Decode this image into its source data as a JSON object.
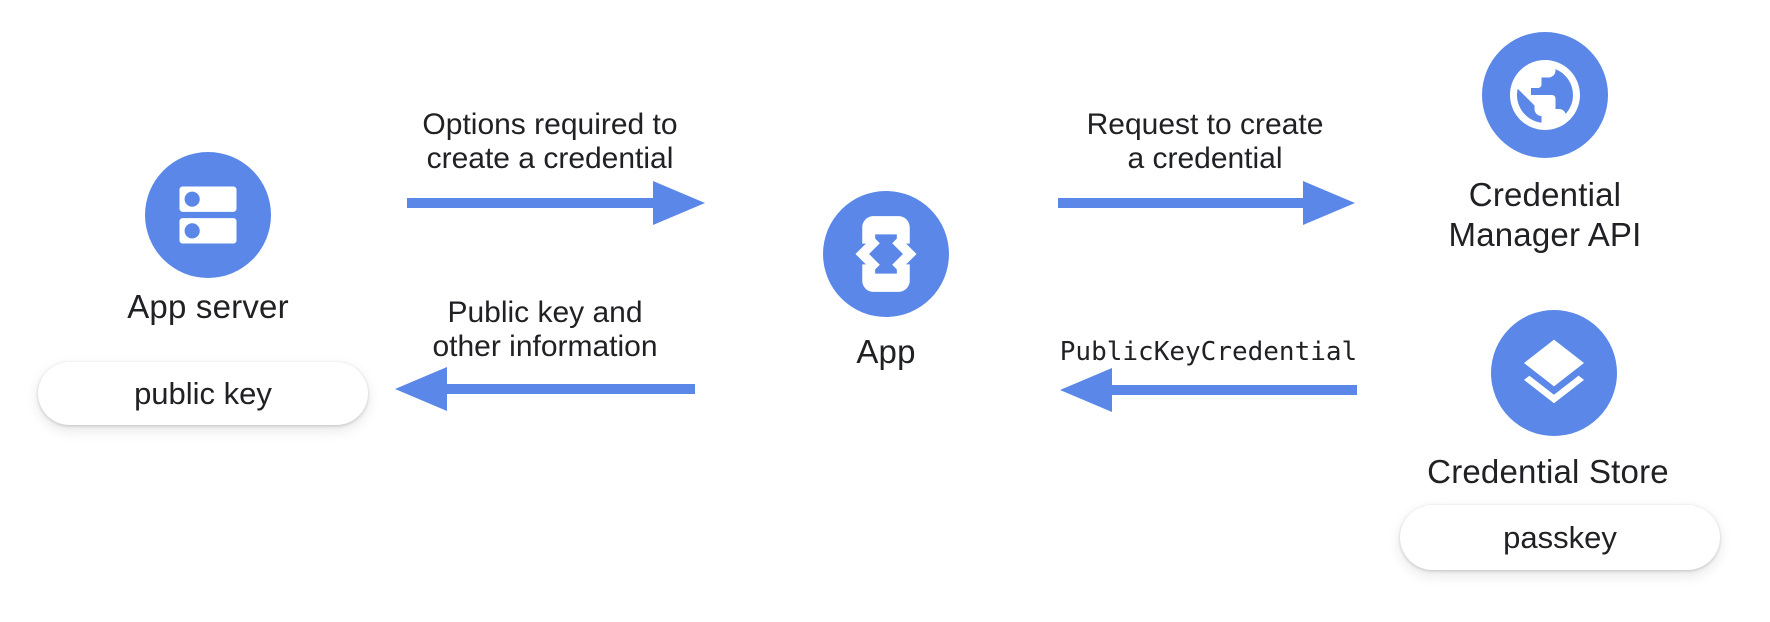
{
  "colors": {
    "blue": "#5A87E8",
    "text": "#202124",
    "pill_bg": "#ffffff"
  },
  "nodes": {
    "app_server": {
      "label": "App server",
      "icon": "server-icon"
    },
    "app": {
      "label": "App",
      "icon": "phone-code-icon"
    },
    "credential_manager": {
      "line1": "Credential",
      "line2": "Manager API",
      "icon": "globe-icon"
    },
    "credential_store": {
      "label": "Credential Store",
      "icon": "layers-icon"
    }
  },
  "pills": {
    "public_key": {
      "label": "public key"
    },
    "passkey": {
      "label": "passkey"
    }
  },
  "flows": {
    "options": {
      "line1": "Options required to",
      "line2": "create a credential",
      "direction": "right"
    },
    "public_key_info": {
      "line1": "Public key and",
      "line2": "other information",
      "direction": "left"
    },
    "request_create": {
      "line1": "Request to create",
      "line2": "a credential",
      "direction": "right"
    },
    "public_key_credential": {
      "label": "PublicKeyCredential",
      "direction": "left"
    }
  }
}
